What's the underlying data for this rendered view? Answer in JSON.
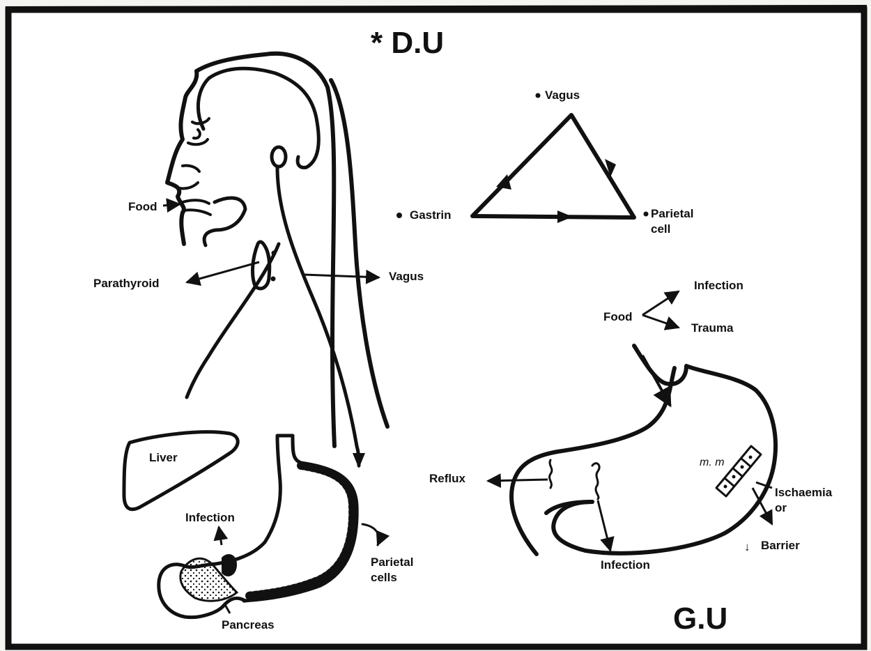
{
  "du_section": {
    "title": "* D.U",
    "labels": {
      "food": "Food",
      "parathyroid": "Parathyroid",
      "vagus": "Vagus",
      "liver": "Liver",
      "infection": "Infection",
      "parietal_cells": [
        "Parietal",
        "cells"
      ],
      "pancreas": "Pancreas"
    }
  },
  "triangle": {
    "vagus": "Vagus",
    "gastrin": "Gastrin",
    "parietal_cell": [
      "Parietal",
      "cell"
    ]
  },
  "gu_section": {
    "title": "G.U",
    "labels": {
      "food": "Food",
      "infection_top": "Infection",
      "trauma": "Trauma",
      "reflux": "Reflux",
      "mm": "m. m",
      "ischaemia": [
        "Ischaemia",
        "or"
      ],
      "barrier": "Barrier",
      "barrier_symbol": "↓",
      "infection_bottom": "Infection"
    }
  },
  "colors": {
    "ink": "#111111",
    "paper": "#f4f4f1"
  }
}
